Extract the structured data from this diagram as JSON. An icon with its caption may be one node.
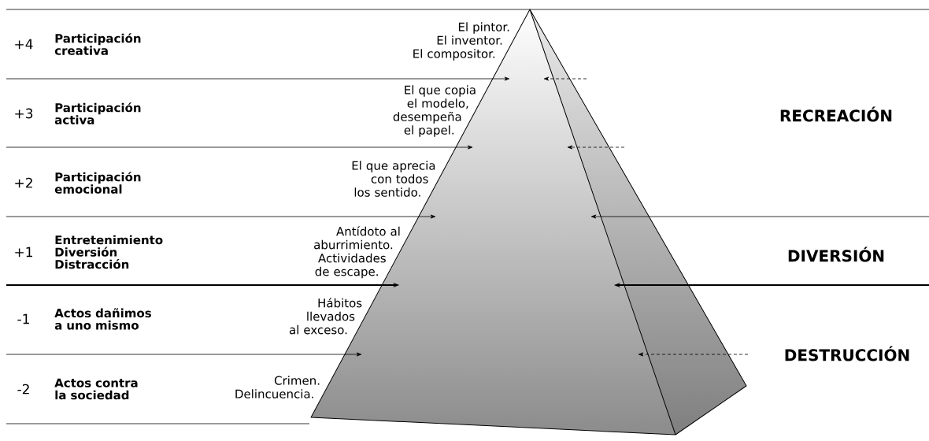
{
  "diagram": {
    "labels": [
      "+4",
      "Participación creativa",
      "El pintor. El inventor. El compositor.",
      "+3",
      "Participación activa",
      "El que copia el modelo, desempeña el papel.",
      "RECREACIÓN",
      "+2",
      "Participación emocional",
      "El que aprecia con todos los sentido.",
      "+1",
      "Entretenimiento Diversión Distracción",
      "Antídoto al aburrimiento. Actividades de escape.",
      "DIVERSIÓN",
      "-1",
      "Actos dañimos a uno mismo",
      "Hábitos llevados al exceso.",
      "DESTRUCCIÓN",
      "-2",
      "Actos contra la sociedad",
      "Crimen. Delincuencia."
    ]
  }
}
